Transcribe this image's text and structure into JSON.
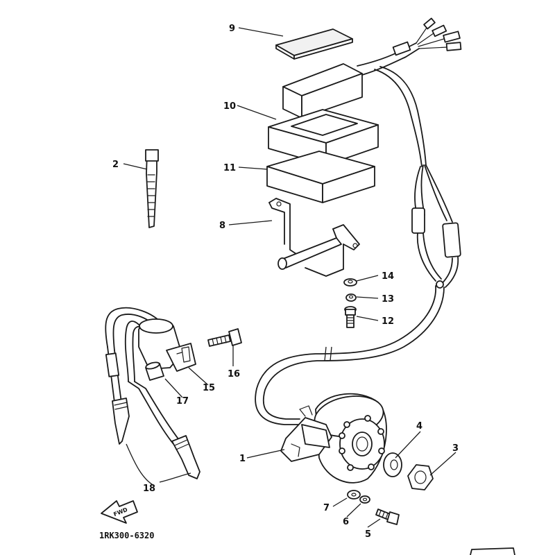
{
  "diagram": {
    "part_code": "1RK300-6320",
    "fwd_label": "FWD",
    "callouts": [
      "1",
      "2",
      "3",
      "4",
      "5",
      "6",
      "7",
      "8",
      "9",
      "10",
      "11",
      "12",
      "13",
      "14",
      "15",
      "16",
      "17",
      "18"
    ]
  }
}
